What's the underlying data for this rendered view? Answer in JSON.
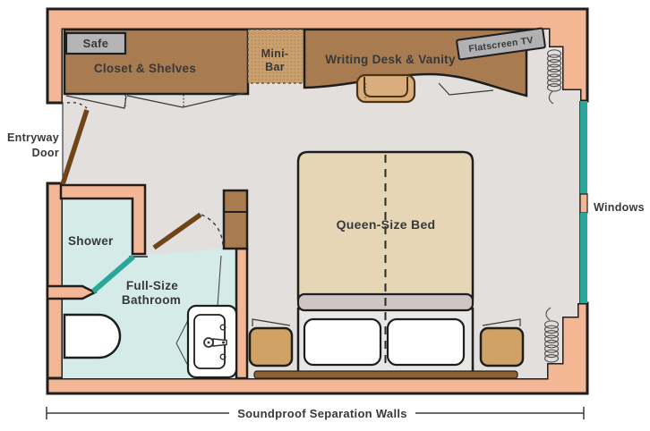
{
  "floor_plan": {
    "labels": {
      "safe": "Safe",
      "closet": "Closet & Shelves",
      "minibar_line1": "Mini-",
      "minibar_line2": "Bar",
      "desk": "Writing Desk & Vanity",
      "tv": "Flatscreen TV",
      "entry_line1": "Entryway",
      "entry_line2": "Door",
      "windows": "Windows",
      "shower": "Shower",
      "bathroom_line1": "Full-Size",
      "bathroom_line2": "Bathroom",
      "bed": "Queen-Size Bed",
      "soundproof": "Soundproof Separation Walls"
    },
    "colors": {
      "wall": "#f4b795",
      "outline": "#1e1e1e",
      "floor_main": "#e2dfdc",
      "floor_bath": "#d5ebe8",
      "furniture_brown": "#a87c50",
      "minibar_brown": "#c9a06d",
      "bed_tan": "#e6d6b6",
      "blanket_mauve": "#cfc4c6",
      "stand_tan": "#d1a266",
      "headboard_brown": "#8f6130",
      "door_brown": "#6f4418",
      "window_teal": "#2aa79a",
      "safe_gray": "#b5b5b7",
      "tv_gray": "#b1b1b3"
    }
  }
}
